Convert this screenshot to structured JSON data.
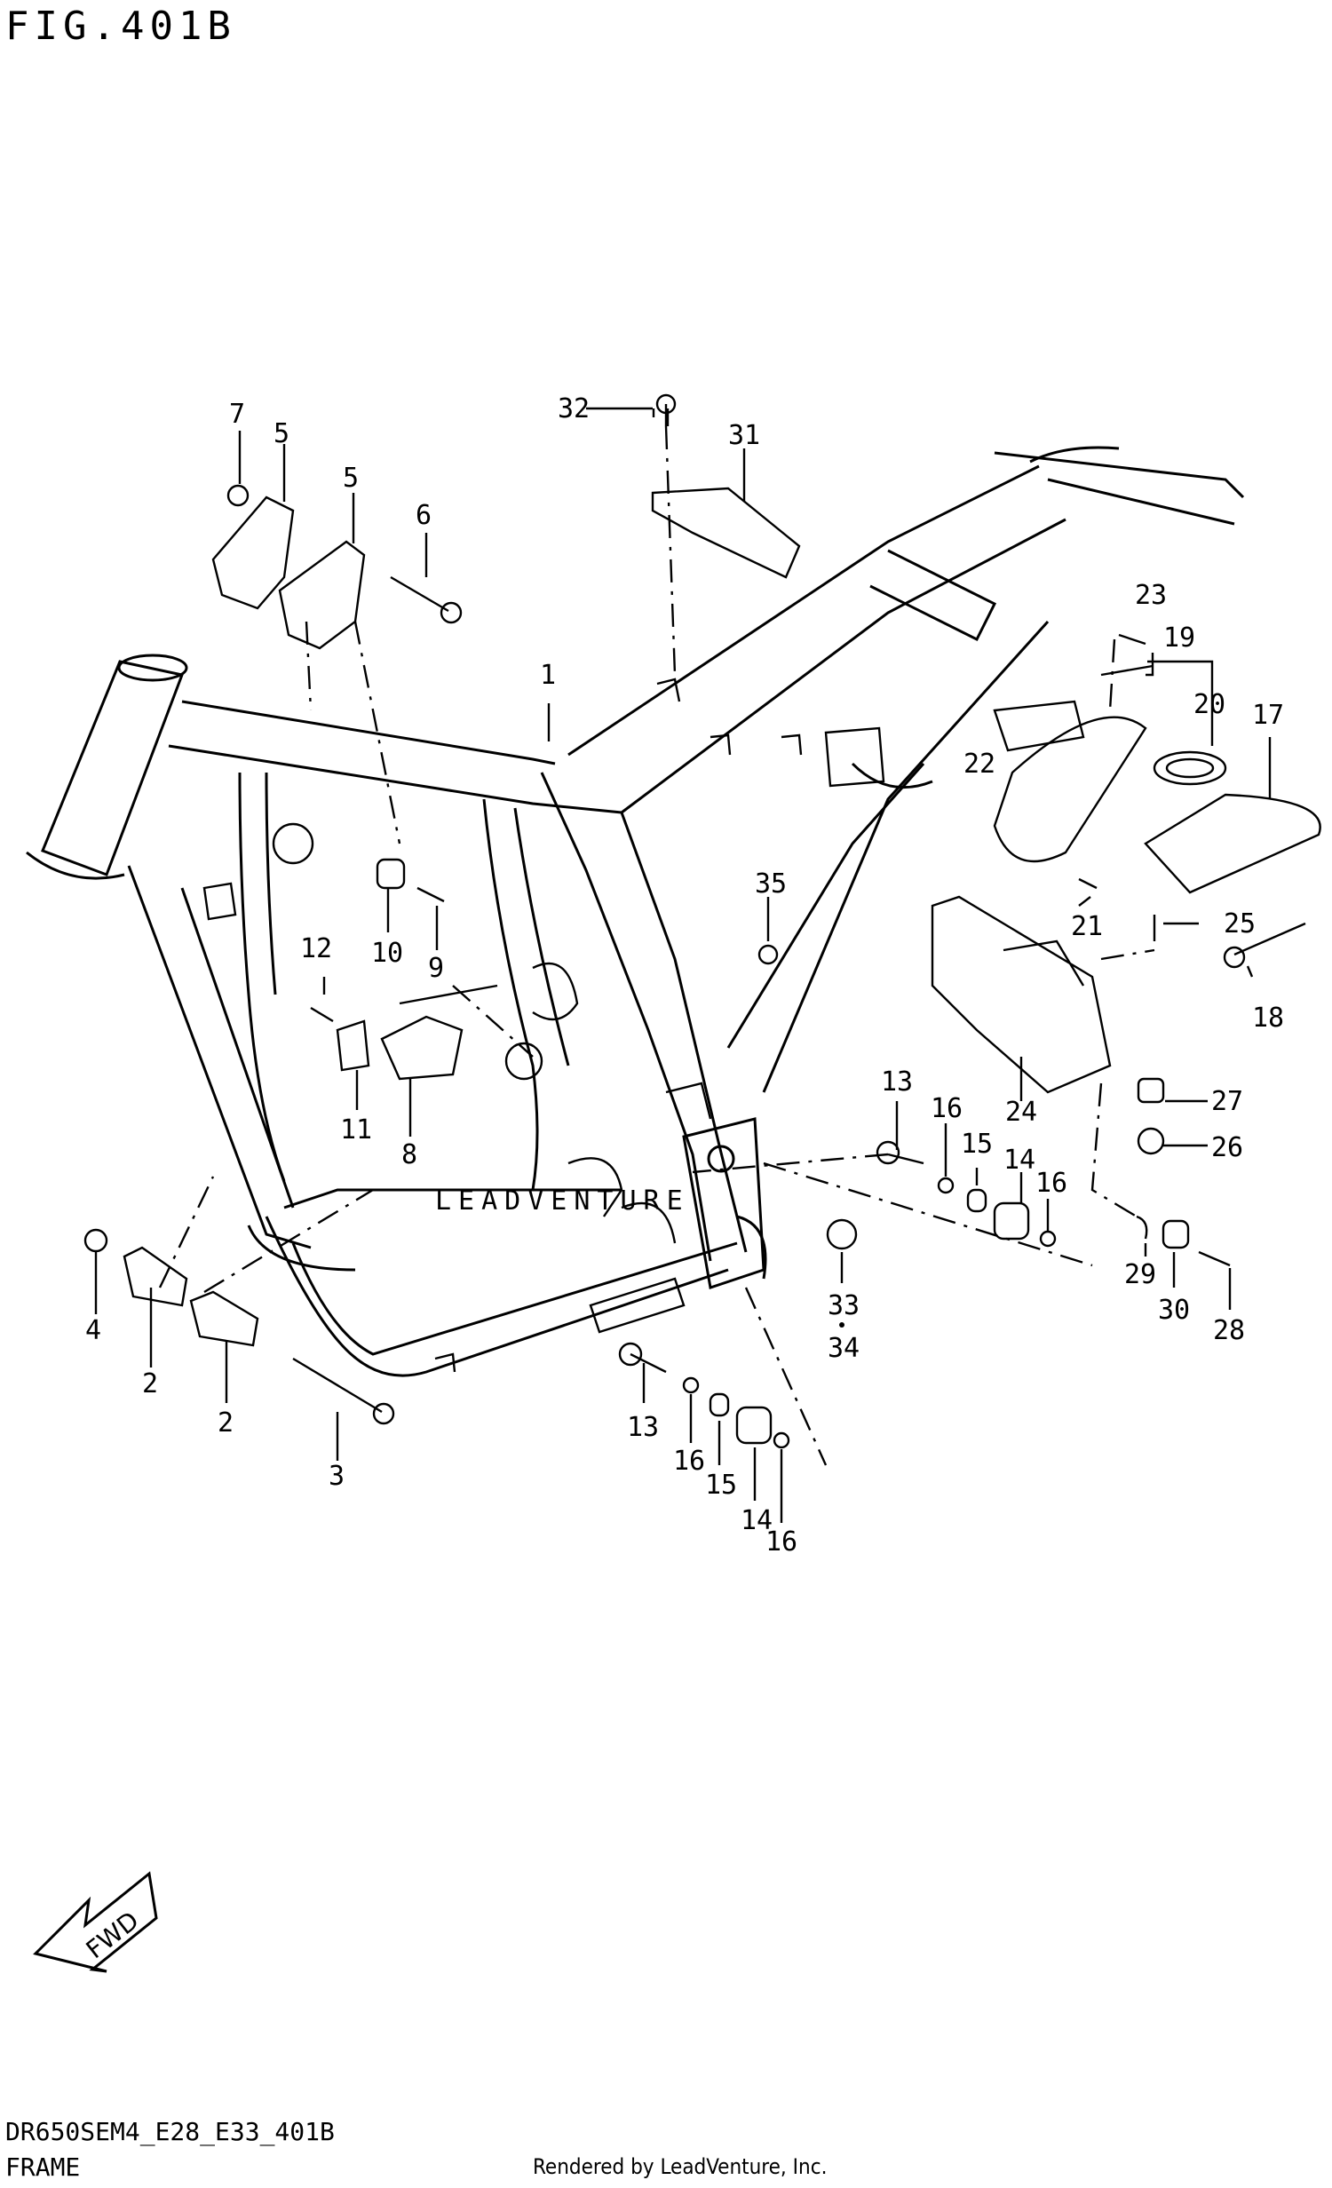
{
  "figure_title": "FIG.401B",
  "model_code": "DR650SEM4_E28_E33_401B",
  "section_name": "FRAME",
  "render_credit": "Rendered by LeadVenture, Inc.",
  "watermark": "LEADVENTURE",
  "fwd_label": "FWD",
  "callouts": {
    "c1": "1",
    "c2a": "2",
    "c2b": "2",
    "c3": "3",
    "c4": "4",
    "c5a": "5",
    "c5b": "5",
    "c6": "6",
    "c7": "7",
    "c8": "8",
    "c9": "9",
    "c10": "10",
    "c11": "11",
    "c12": "12",
    "c13a": "13",
    "c13b": "13",
    "c14a": "14",
    "c14b": "14",
    "c15a": "15",
    "c15b": "15",
    "c16a": "16",
    "c16b": "16",
    "c16c": "16",
    "c16d": "16",
    "c17": "17",
    "c18": "18",
    "c19": "19",
    "c20": "20",
    "c21": "21",
    "c22": "22",
    "c23": "23",
    "c24": "24",
    "c25": "25",
    "c26": "26",
    "c27": "27",
    "c28": "28",
    "c29": "29",
    "c30": "30",
    "c31": "31",
    "c32": "32",
    "c33": "33",
    "c34": "34",
    "c35": "35"
  }
}
